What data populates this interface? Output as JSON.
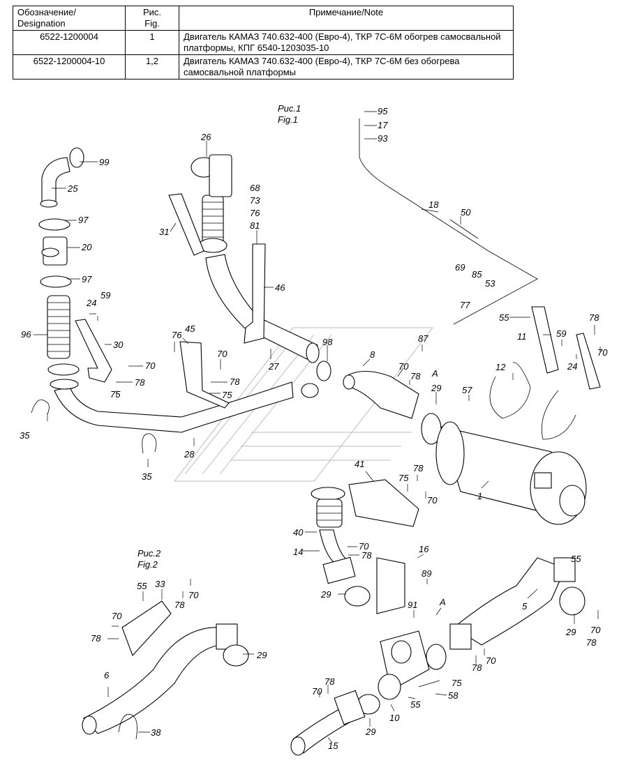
{
  "table": {
    "headers": {
      "designation": "Обозначение/\nDesignation",
      "fig": "Рис.\nFig.",
      "note": "Примечание/Note"
    },
    "rows": [
      {
        "designation": "6522-1200004",
        "fig": "1",
        "note": "Двигатель КАМАЗ 740.632-400 (Евро-4), ТКР  7С-6М  обогрев самосвальной платформы, КПГ 6540-1203035-10"
      },
      {
        "designation": "6522-1200004-10",
        "fig": "1,2",
        "note": "Двигатель КАМАЗ 740.632-400 (Евро-4), ТКР  7С-6М   без обогрева самосвальной платформы"
      }
    ]
  },
  "figures": {
    "fig1": {
      "ru": "Рис.1",
      "en": "Fig.1"
    },
    "fig2": {
      "ru": "Рис.2",
      "en": "Fig.2"
    }
  },
  "callouts": {
    "c95": "95",
    "c17": "17",
    "c93": "93",
    "c26": "26",
    "c99": "99",
    "c25": "25",
    "c97a": "97",
    "c20": "20",
    "c97b": "97",
    "c18": "18",
    "c50": "50",
    "c68": "68",
    "c73": "73",
    "c76a": "76",
    "c81": "81",
    "c31": "31",
    "c46": "46",
    "c69": "69",
    "c85": "85",
    "c53": "53",
    "c77": "77",
    "c24a": "24",
    "c59a": "59",
    "c96": "96",
    "c30": "30",
    "c70a": "70",
    "c78a": "78",
    "c75a": "75",
    "c76b": "76",
    "c45": "45",
    "c70b": "70",
    "c78b": "78",
    "c75b": "75",
    "c27": "27",
    "c98": "98",
    "c8": "8",
    "c87": "87",
    "c70c": "70",
    "c78c": "78",
    "cA1": "A",
    "c29a": "29",
    "c55a": "55",
    "c11": "11",
    "c78d": "78",
    "c59b": "59",
    "c24b": "24",
    "c70d": "70",
    "c12": "12",
    "c57": "57",
    "c35a": "35",
    "c28": "28",
    "c35b": "35",
    "c41": "41",
    "c78e": "78",
    "c75c": "75",
    "c70e": "70",
    "c1": "1",
    "c40": "40",
    "c14": "14",
    "c70f": "70",
    "c78f": "78",
    "c16": "16",
    "c29b": "29",
    "c89": "89",
    "c91": "91",
    "cA2": "A",
    "c5": "5",
    "c55b": "55",
    "c29c": "29",
    "c70g": "70",
    "c78g": "78",
    "c78h": "78",
    "c70h": "70",
    "c55c": "55",
    "c33": "33",
    "c78i": "78",
    "c70i": "70",
    "c70j": "70",
    "c78j": "78",
    "c29d": "29",
    "c6": "6",
    "c38": "38",
    "c70k": "70",
    "c78k": "78",
    "c29e": "29",
    "c10": "10",
    "c55d": "55",
    "c75d": "75",
    "c58": "58",
    "c15": "15"
  }
}
